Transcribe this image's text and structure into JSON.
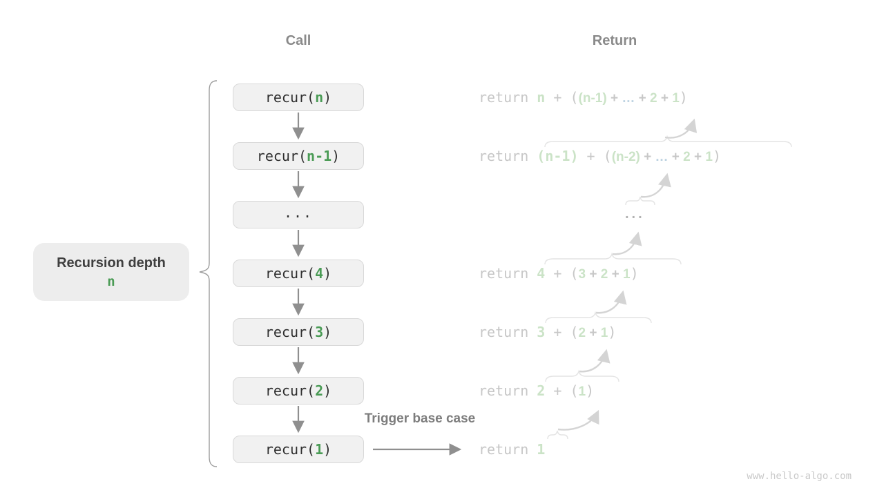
{
  "colors": {
    "accent-green": "#4a9b55",
    "pale-green": "#cbe3c7",
    "pale-blue": "#bed3e2",
    "return-gray": "#c7c7c7",
    "header-gray": "#8a8a8a",
    "trigger-gray": "#7d7d7d",
    "label-dark": "#3f3f3f",
    "label-fill": "#ededed",
    "box-fill": "#f1f1f1",
    "box-border": "#d8d8d8",
    "box-text": "#2f2f2f",
    "arrow-gray": "#8f8f8f",
    "curve-gray": "#d4d4d4",
    "brace-light": "#e4e4e4",
    "brace-dark": "#9c9c9c",
    "dots-gray": "#b2b2b2",
    "watermark-gray": "#c9c9c9"
  },
  "headers": {
    "call": "Call",
    "return": "Return"
  },
  "depth_label": {
    "title": "Recursion depth",
    "value": "n"
  },
  "trigger_label": "Trigger base case",
  "watermark": "www.hello-algo.com",
  "call_stack": [
    {
      "pre": "recur(",
      "arg": "n",
      "post": ")"
    },
    {
      "pre": "recur(",
      "arg": "n-1",
      "post": ")"
    },
    {
      "ellipsis": "..."
    },
    {
      "pre": "recur(",
      "arg": "4",
      "post": ")"
    },
    {
      "pre": "recur(",
      "arg": "3",
      "post": ")"
    },
    {
      "pre": "recur(",
      "arg": "2",
      "post": ")"
    },
    {
      "pre": "recur(",
      "arg": "1",
      "post": ")"
    }
  ],
  "returns": [
    {
      "segments": [
        {
          "k": "kw",
          "t": "return "
        },
        {
          "k": "g",
          "t": "n"
        },
        {
          "k": "op",
          "t": " + ("
        },
        {
          "k": "ig",
          "t": "(n-1)"
        },
        {
          "k": "iop",
          "t": " + "
        },
        {
          "k": "dots",
          "t": "…"
        },
        {
          "k": "iop",
          "t": " + "
        },
        {
          "k": "ig",
          "t": "2"
        },
        {
          "k": "iop",
          "t": " + "
        },
        {
          "k": "ig",
          "t": "1"
        },
        {
          "k": "op",
          "t": ")"
        }
      ]
    },
    {
      "segments": [
        {
          "k": "kw",
          "t": "return "
        },
        {
          "k": "g",
          "t": "(n-1)"
        },
        {
          "k": "op",
          "t": " + ("
        },
        {
          "k": "ig",
          "t": "(n-2)"
        },
        {
          "k": "iop",
          "t": " + "
        },
        {
          "k": "dots",
          "t": "…"
        },
        {
          "k": "iop",
          "t": " + "
        },
        {
          "k": "ig",
          "t": "2"
        },
        {
          "k": "iop",
          "t": " + "
        },
        {
          "k": "ig",
          "t": "1"
        },
        {
          "k": "op",
          "t": ")"
        }
      ]
    },
    {
      "segments": [
        {
          "k": "ellipsis",
          "t": "..."
        }
      ]
    },
    {
      "segments": [
        {
          "k": "kw",
          "t": "return "
        },
        {
          "k": "g",
          "t": "4"
        },
        {
          "k": "op",
          "t": " + ("
        },
        {
          "k": "ig",
          "t": "3"
        },
        {
          "k": "iop",
          "t": " + "
        },
        {
          "k": "ig",
          "t": "2"
        },
        {
          "k": "iop",
          "t": " + "
        },
        {
          "k": "ig",
          "t": "1"
        },
        {
          "k": "op",
          "t": ")"
        }
      ]
    },
    {
      "segments": [
        {
          "k": "kw",
          "t": "return "
        },
        {
          "k": "g",
          "t": "3"
        },
        {
          "k": "op",
          "t": " + ("
        },
        {
          "k": "ig",
          "t": "2"
        },
        {
          "k": "iop",
          "t": " + "
        },
        {
          "k": "ig",
          "t": "1"
        },
        {
          "k": "op",
          "t": ")"
        }
      ]
    },
    {
      "segments": [
        {
          "k": "kw",
          "t": "return "
        },
        {
          "k": "g",
          "t": "2"
        },
        {
          "k": "op",
          "t": " + ("
        },
        {
          "k": "ig",
          "t": "1"
        },
        {
          "k": "op",
          "t": ")"
        }
      ]
    },
    {
      "segments": [
        {
          "k": "kw",
          "t": "return "
        },
        {
          "k": "g",
          "t": "1"
        }
      ]
    }
  ]
}
